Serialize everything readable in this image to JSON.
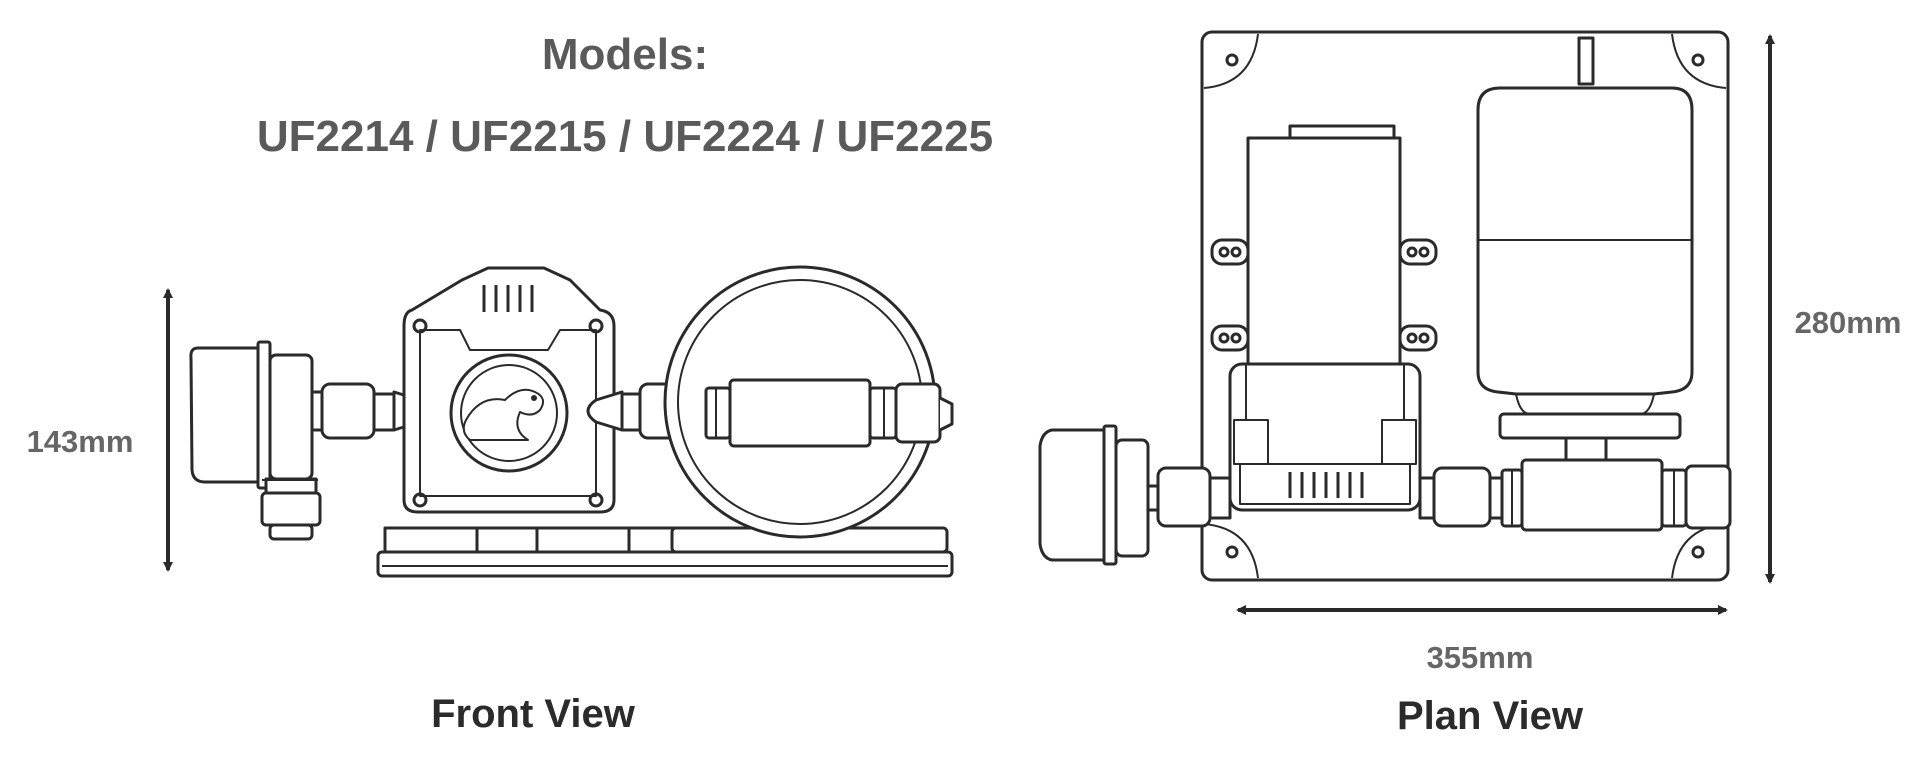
{
  "header": {
    "models_label": "Models:",
    "model_list": "UF2214 / UF2215 / UF2224 / UF2225"
  },
  "front_view": {
    "caption": "Front View",
    "height_dimension": "143mm"
  },
  "plan_view": {
    "caption": "Plan View",
    "height_dimension": "280mm",
    "width_dimension": "355mm"
  },
  "colors": {
    "line": "#2a2a2a",
    "title_text": "#5a5a5a",
    "caption_text": "#2b2b2b",
    "dimension_text": "#666666"
  }
}
